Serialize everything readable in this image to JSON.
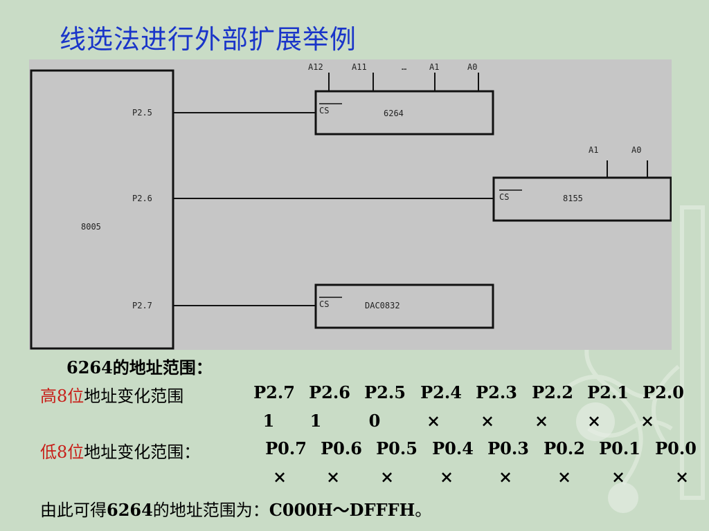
{
  "title": "线选法进行外部扩展举例",
  "diagram": {
    "mcu": "8005",
    "pins": [
      "P2.5",
      "P2.6",
      "P2.7"
    ],
    "chip1": {
      "cs": "CS",
      "name": "6264",
      "addr": [
        "A12",
        "A11",
        "…",
        "A1",
        "A0"
      ]
    },
    "chip2": {
      "cs": "CS",
      "name": "8155",
      "addr": [
        "A1",
        "A0"
      ]
    },
    "chip3": {
      "cs": "CS",
      "name": "DAC0832"
    }
  },
  "text": {
    "range_heading": "6264的地址范围：",
    "high_label_red": "高8位",
    "high_label_rest": "地址变化范围",
    "high_pins": [
      "P2.7",
      "P2.6",
      "P2.5",
      "P2.4",
      "P2.3",
      "P2.2",
      "P2.1",
      "P2.0"
    ],
    "high_values": [
      "1",
      "1",
      "0",
      "×",
      "×",
      "×",
      "×",
      "×"
    ],
    "low_label_red": "低8位",
    "low_label_rest": "地址变化范围：",
    "low_pins": [
      "P0.7",
      "P0.6",
      "P0.5",
      "P0.4",
      "P0.3",
      "P0.2",
      "P0.1",
      "P0.0"
    ],
    "low_values": [
      "×",
      "×",
      "×",
      "×",
      "×",
      "×",
      "×",
      "×"
    ],
    "conclusion_prefix": "由此可得",
    "conclusion_bold": "6264",
    "conclusion_mid": "的地址范围为：",
    "conclusion_value": "C000H～DFFFH",
    "conclusion_end": "。"
  }
}
